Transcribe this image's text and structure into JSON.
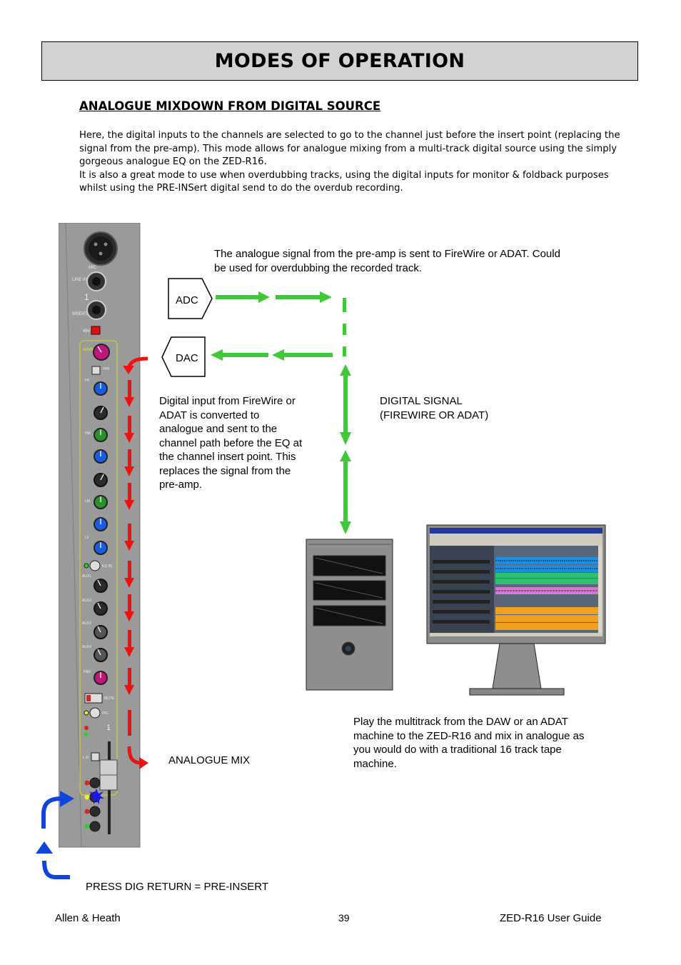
{
  "header": {
    "title": "MODES OF OPERATION"
  },
  "section": {
    "heading": "ANALOGUE MIXDOWN FROM DIGITAL SOURCE",
    "paragraphs": [
      "Here, the digital inputs to the channels are selected to go to the channel just before the insert point (replacing the signal from the pre-amp). This mode allows for analogue mixing from a multi-track digital source using the simply gorgeous analogue EQ on the ZED-R16.",
      "It is also a great mode to use when overdubbing tracks, using the digital inputs for monitor & foldback purposes whilst using the PRE-INSert digital send to do the overdub recording."
    ]
  },
  "diagram": {
    "adc_label": "ADC",
    "dac_label": "DAC",
    "caption_preamp": "The analogue signal from the pre-amp is sent to FireWire or ADAT. Could be used for overdubbing the recorded track.",
    "caption_digital_input": "Digital input from FireWire or ADAT is converted to analogue and sent to the channel path before the EQ at the channel insert point. This replaces the signal from the pre-amp.",
    "caption_digital_signal": "DIGITAL SIGNAL (FIREWIRE OR ADAT)",
    "caption_analogue_mix": "ANALOGUE MIX",
    "caption_daw": "Play the multitrack from the DAW or an ADAT machine to the ZED-R16 and mix in analogue as you would do with a traditional 16 track tape machine.",
    "caption_press": "PRESS DIG RETURN = PRE-INSERT",
    "strip": {
      "mic": "MIC",
      "line_in": "LINE IN",
      "channel_number": "1",
      "insert": "INSERT",
      "phantom": "48V",
      "gain": "GAIN",
      "hpf": "HPF",
      "hf": "HF",
      "hm": "HM",
      "lm": "LM",
      "lf": "LF",
      "eq_in": "EQ IN",
      "aux1": "AUX1",
      "aux2": "AUX2",
      "aux3": "AUX3",
      "aux4": "AUX4",
      "pan": "PAN",
      "mute": "MUTE",
      "pfl": "PFL",
      "lr": "L-R"
    }
  },
  "footer": {
    "left": "Allen & Heath",
    "page": "39",
    "right": "ZED-R16 User Guide"
  },
  "colors": {
    "title_bg": "#d3d3d3",
    "green_arrow": "#3fc837",
    "red_arrow": "#ee1111",
    "blue_arrow": "#1144dd",
    "strip_gray": "#9a9a9a"
  }
}
